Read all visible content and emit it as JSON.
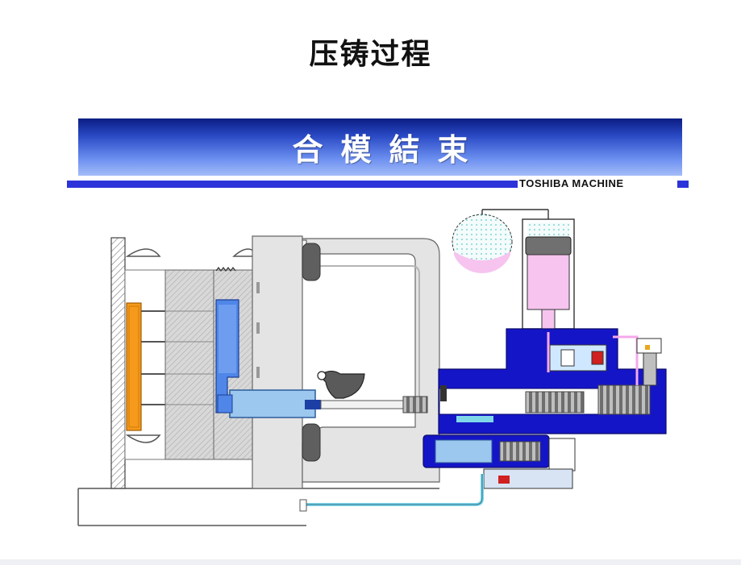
{
  "page": {
    "title": "压铸过程"
  },
  "banner": {
    "text": "合模結束"
  },
  "brand": {
    "name": "TOSHIBA MACHINE"
  },
  "colors": {
    "banner_dark": "#0b1d83",
    "banner_light": "#a4bcf8",
    "brand_bar": "#2c33d9",
    "hydraulic_blue": "#1515c8",
    "ejector_orange": "#f59a1c",
    "gas_pink": "#f6c4ef",
    "cavity_blue": "#4f86e8",
    "frame_gray": "#e4e4e4"
  },
  "diagram": {
    "stage": "clamping complete",
    "parts": [
      "ejector-plate",
      "fixed-platen",
      "die-halves",
      "die-cavity",
      "c-frame",
      "ladle",
      "shot-sleeve",
      "plunger-rod",
      "shot-cylinder",
      "accumulator",
      "gas-bottle",
      "control-valve-block",
      "pilot-valve",
      "return-piping"
    ]
  }
}
